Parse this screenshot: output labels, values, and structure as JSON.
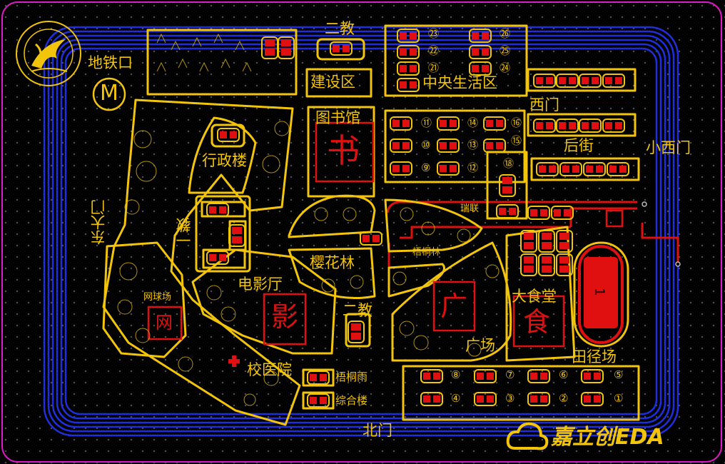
{
  "colors": {
    "background": "#000000",
    "outline": "#f2c40a",
    "pad": "#e01010",
    "track": "#1f2fe0",
    "border": "#e018c8"
  },
  "labels": {
    "erjiao_top": "二教",
    "jianshequ": "建设区",
    "zhongyang": "中央生活区",
    "ditiekou": "地铁口",
    "metro_symbol": "M",
    "tushuguan": "图书馆",
    "shu": "书",
    "ximen": "西门",
    "houjie": "后街",
    "xiaoximen": "小西门",
    "xingzhenglou": "行政楼",
    "dongdamen": "东大门",
    "yijiao": "一教",
    "yinghualin": "樱花林",
    "wutonglin": "梧桐林",
    "ruilian": "瑞联",
    "dianyingting": "电影厅",
    "ying": "影",
    "wangqiuchang": "网球场",
    "wang": "网",
    "erjiao_mid": "二教",
    "guang": "广",
    "guangchang": "广场",
    "dashitang": "大食堂",
    "shi": "食",
    "tianjingchang": "田径场",
    "track_number": "1",
    "xiaoyiyuan": "校医院",
    "wutongyu": "梧桐雨",
    "zonghelou": "综合楼",
    "beimen": "北门",
    "brand": "嘉立创EDA"
  },
  "dorm_numbers": {
    "central": [
      "㉓",
      "㉒",
      "㉑",
      "㉖",
      "㉕",
      "㉔"
    ],
    "middle": [
      "⑪",
      "⑩",
      "⑨",
      "⑭",
      "⑬",
      "⑫",
      "⑯",
      "⑮",
      "⑱"
    ],
    "south": [
      "⑧",
      "⑦",
      "⑥",
      "⑤",
      "④",
      "③",
      "②",
      "①"
    ]
  },
  "icons": [
    "metro-icon",
    "hospital-cross-icon",
    "university-logo-icon",
    "cloud-logo-icon"
  ]
}
